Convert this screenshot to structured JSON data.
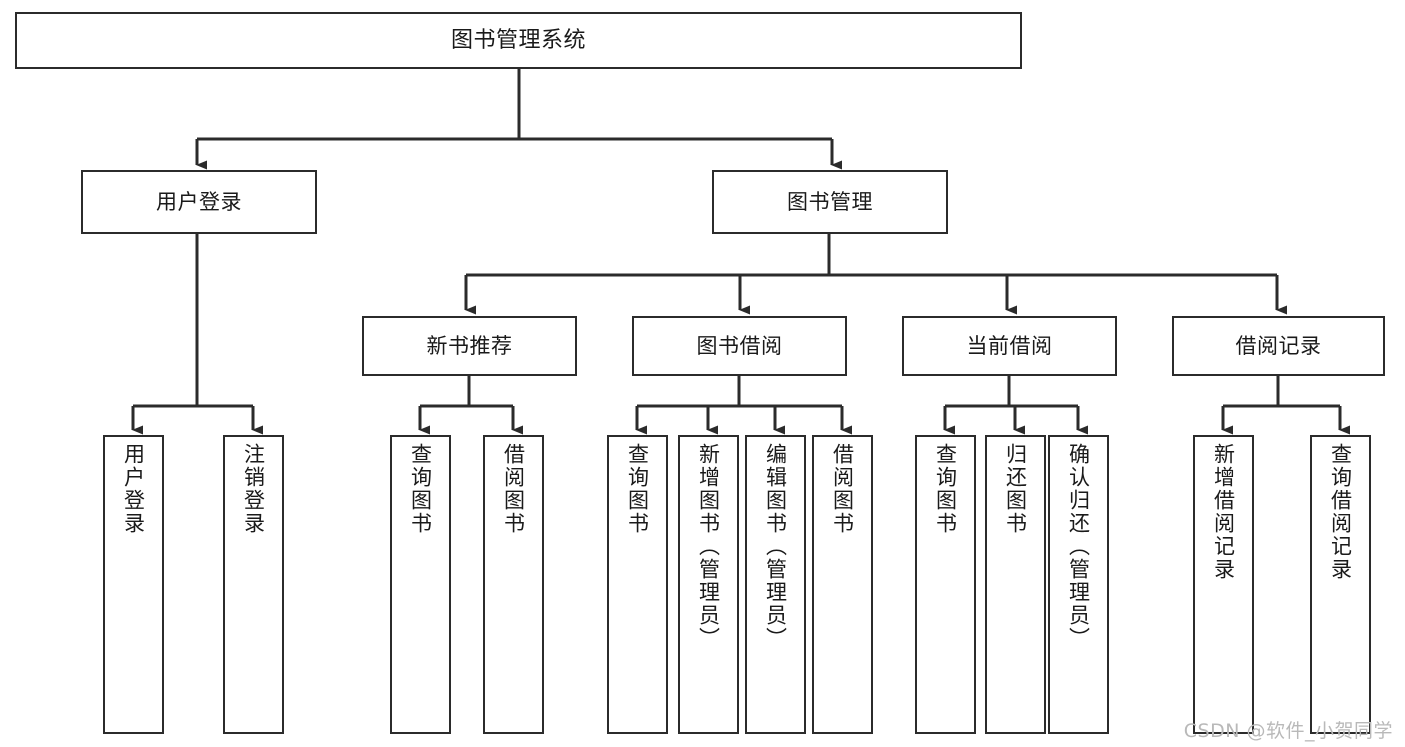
{
  "diagram": {
    "type": "tree-hierarchy-diagram",
    "title": "图书管理系统",
    "background_color": "#ffffff",
    "node_border_color": "#2b2b2b",
    "edge_color": "#2b2b2b",
    "levels": [
      {
        "level": 1,
        "nodes": [
          {
            "id": "root",
            "label": "图书管理系统",
            "orientation": "horizontal"
          }
        ]
      },
      {
        "level": 2,
        "nodes": [
          {
            "id": "login",
            "label": "用户登录",
            "orientation": "horizontal",
            "parent": "root"
          },
          {
            "id": "bookmgmt",
            "label": "图书管理",
            "orientation": "horizontal",
            "parent": "root"
          }
        ]
      },
      {
        "level": 3,
        "nodes": [
          {
            "id": "newbook",
            "label": "新书推荐",
            "orientation": "horizontal",
            "parent": "bookmgmt"
          },
          {
            "id": "borrow",
            "label": "图书借阅",
            "orientation": "horizontal",
            "parent": "bookmgmt"
          },
          {
            "id": "current",
            "label": "当前借阅",
            "orientation": "horizontal",
            "parent": "bookmgmt"
          },
          {
            "id": "records",
            "label": "借阅记录",
            "orientation": "horizontal",
            "parent": "bookmgmt"
          }
        ]
      },
      {
        "level": 4,
        "nodes": [
          {
            "id": "leaf1",
            "label": "用户登录",
            "orientation": "vertical",
            "parent": "login"
          },
          {
            "id": "leaf2",
            "label": "注销登录",
            "orientation": "vertical",
            "parent": "login"
          },
          {
            "id": "leaf3",
            "label": "查询图书",
            "orientation": "vertical",
            "parent": "newbook"
          },
          {
            "id": "leaf4",
            "label": "借阅图书",
            "orientation": "vertical",
            "parent": "newbook"
          },
          {
            "id": "leaf5",
            "label": "查询图书",
            "orientation": "vertical",
            "parent": "borrow"
          },
          {
            "id": "leaf6",
            "label": "新增图书（管理员）",
            "orientation": "vertical",
            "parent": "borrow"
          },
          {
            "id": "leaf7",
            "label": "编辑图书（管理员）",
            "orientation": "vertical",
            "parent": "borrow"
          },
          {
            "id": "leaf8",
            "label": "借阅图书",
            "orientation": "vertical",
            "parent": "borrow"
          },
          {
            "id": "leaf9",
            "label": "查询图书",
            "orientation": "vertical",
            "parent": "current"
          },
          {
            "id": "leaf10",
            "label": "归还图书",
            "orientation": "vertical",
            "parent": "current"
          },
          {
            "id": "leaf11",
            "label": "确认归还（管理员）",
            "orientation": "vertical",
            "parent": "current"
          },
          {
            "id": "leaf12",
            "label": "新增借阅记录",
            "orientation": "vertical",
            "parent": "records"
          },
          {
            "id": "leaf13",
            "label": "查询借阅记录",
            "orientation": "vertical",
            "parent": "records"
          }
        ]
      }
    ]
  },
  "watermark": {
    "text": "CSDN @软件_小贺同学",
    "color": "#b9b9b9"
  }
}
